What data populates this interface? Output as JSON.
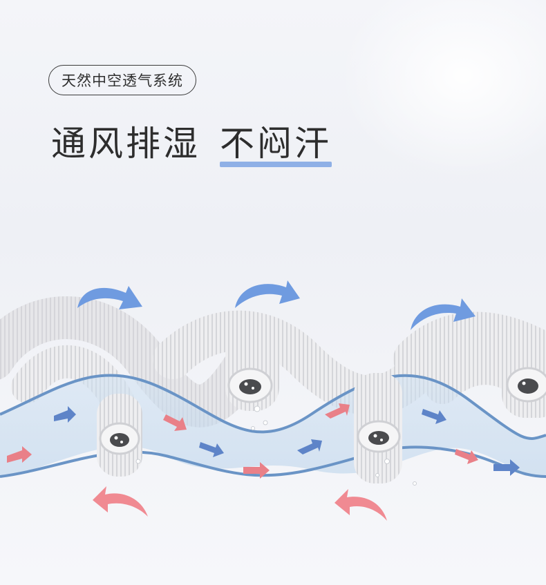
{
  "badge": {
    "text": "天然中空透气系统"
  },
  "headline": {
    "part1": "通风排湿",
    "part2": "不闷汗"
  },
  "colors": {
    "accent_blue": "#6f9be0",
    "accent_red": "#f08a92",
    "underline": "#8fb0e6",
    "text": "#2d2d2d"
  },
  "icons": [
    "air-inflow-arrow",
    "air-outflow-arrow",
    "hollow-fiber",
    "water-droplet"
  ]
}
